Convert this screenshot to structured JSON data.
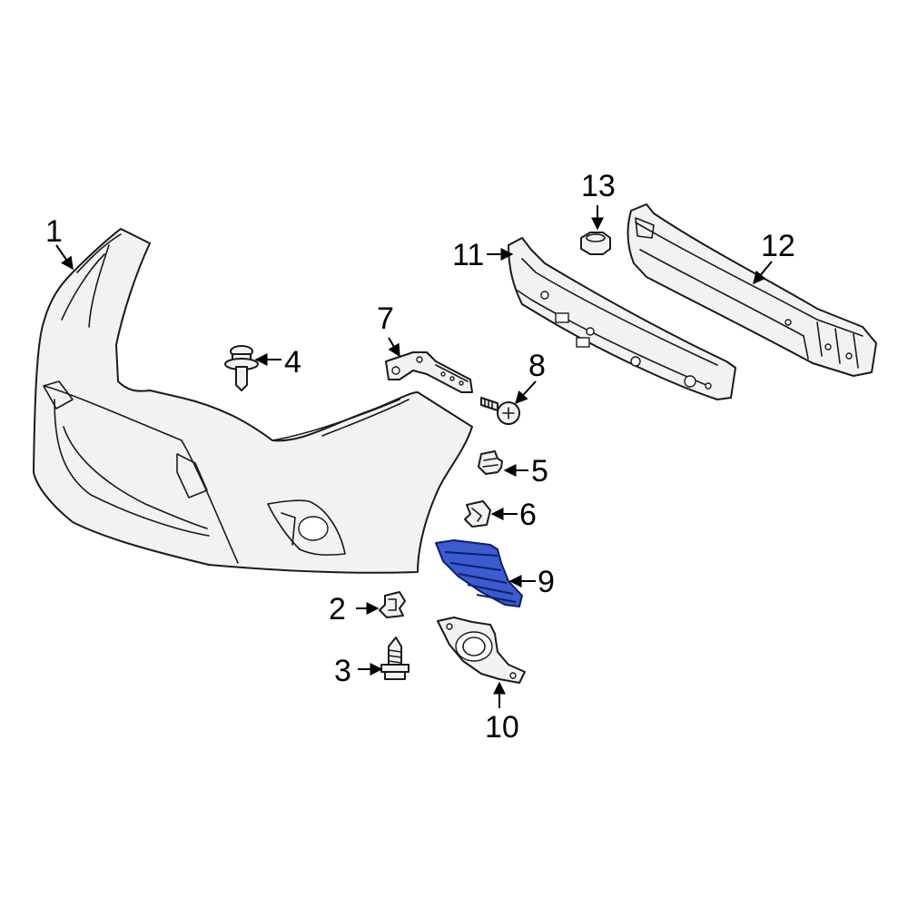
{
  "callouts": [
    {
      "id": "1",
      "label": "1"
    },
    {
      "id": "2",
      "label": "2"
    },
    {
      "id": "3",
      "label": "3"
    },
    {
      "id": "4",
      "label": "4"
    },
    {
      "id": "5",
      "label": "5"
    },
    {
      "id": "6",
      "label": "6"
    },
    {
      "id": "7",
      "label": "7"
    },
    {
      "id": "8",
      "label": "8"
    },
    {
      "id": "9",
      "label": "9"
    },
    {
      "id": "10",
      "label": "10"
    },
    {
      "id": "11",
      "label": "11"
    },
    {
      "id": "12",
      "label": "12"
    },
    {
      "id": "13",
      "label": "13"
    }
  ],
  "highlight": {
    "part": "9",
    "color": "#3b5bcf"
  },
  "line_color": "#1a1a1a",
  "part_fill": "#f2f2f4"
}
